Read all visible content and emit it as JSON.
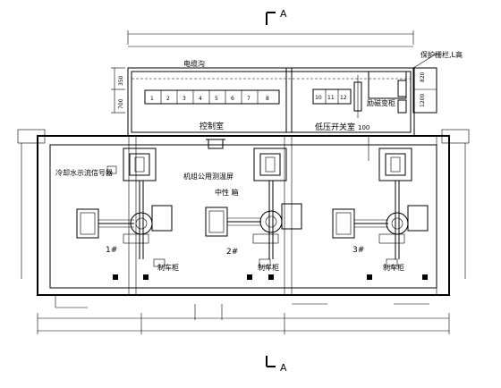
{
  "section_marks": {
    "top": "A",
    "bottom": "A"
  },
  "rooms": {
    "cable_trench": "电缆沟",
    "control_room": "控制室",
    "low_voltage_room": "低压开关室",
    "low_voltage_room_num": "100",
    "excitation_panel": "励磁变柜",
    "guardrail": "保护栅栏,L高"
  },
  "equipment": {
    "cooling_water_gauge": "冷却水示流信号器",
    "common_panel": "机组公用测温屏",
    "middle_box": "中性   箱",
    "brake_cabinet_1": "制车柜",
    "brake_cabinet_2": "制车柜",
    "brake_cabinet_3": "制车柜"
  },
  "panels_left": [
    "1",
    "2",
    "3",
    "4",
    "5",
    "6",
    "7",
    "8"
  ],
  "panels_right": [
    "10",
    "11",
    "12"
  ],
  "units": [
    "1#",
    "2#",
    "3#"
  ],
  "dimensions": {
    "d_350": "350",
    "d_700": "700",
    "d_1200": "1200",
    "d_820": "820"
  }
}
